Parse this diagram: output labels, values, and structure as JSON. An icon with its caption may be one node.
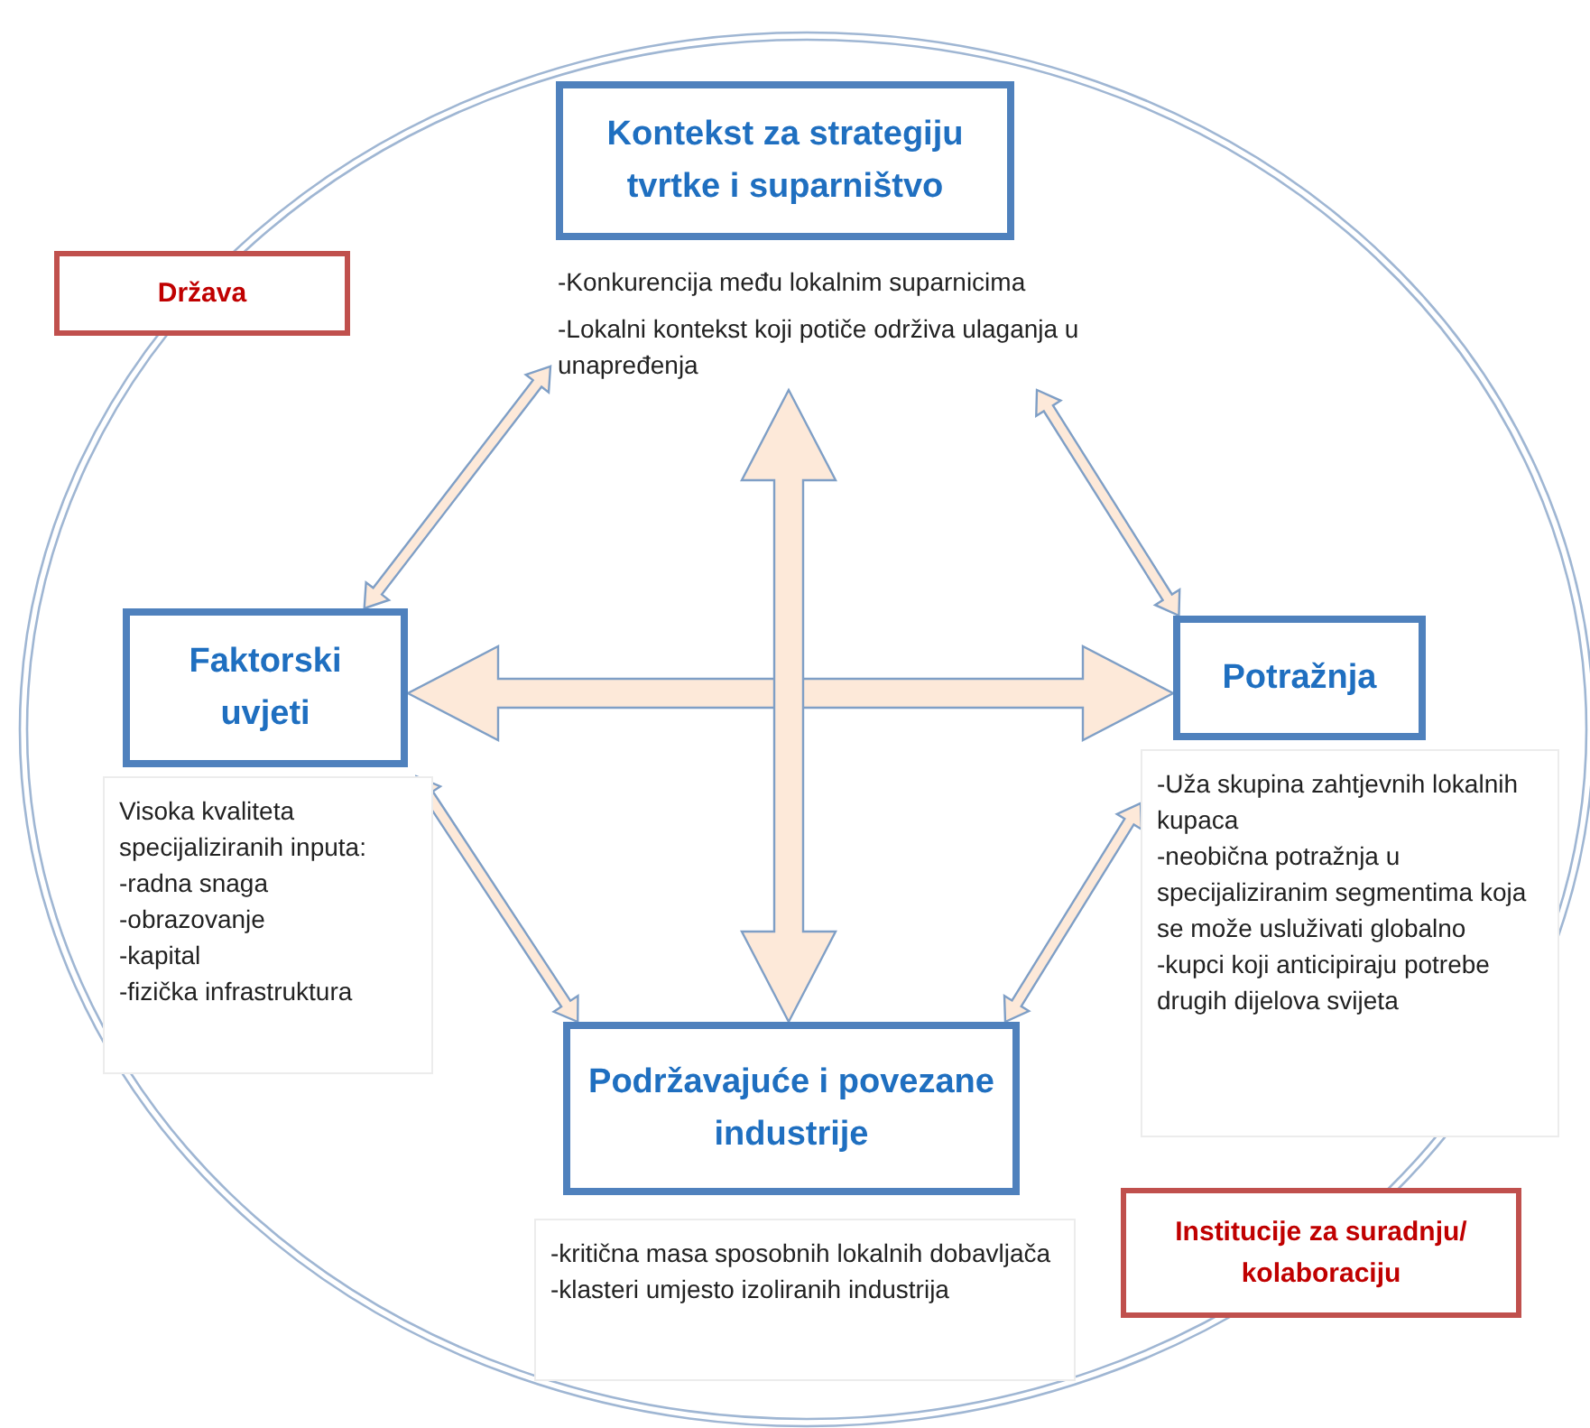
{
  "diagram": {
    "nodes": [
      {
        "text": [
          "Kontekst za strategiju tvrtke i suparništvo"
        ],
        "beside": [
          "-Konkurencija među lokalnim suparnicima",
          "-Lokalni kontekst koji potiče održiva ulaganja u unapređenja"
        ]
      },
      {
        "text": [
          "Država"
        ]
      },
      {
        "text": [
          "Faktorski uvjeti"
        ]
      },
      {
        "text": [
          "Potražnja"
        ]
      },
      {
        "text": [
          "Visoka kvaliteta specijaliziranih inputa:",
          "-radna snaga",
          "-obrazovanje",
          "-kapital",
          "-fizička infrastruktura"
        ]
      },
      {
        "text": [
          "-Uža skupina zahtjevnih lokalnih kupaca",
          "-neobična potražnja u specijaliziranim segmentima koja se može usluživati globalno",
          "-kupci koji anticipiraju potrebe drugih dijelova svijeta"
        ]
      },
      {
        "text": [
          "Podržavajuće i povezane industrije"
        ]
      },
      {
        "text": [
          "-kritična masa sposobnih lokalnih dobavljača",
          "-klasteri umjesto izoliranih industrija"
        ]
      },
      {
        "text": [
          "Institucije za suradnju/ kolaboraciju"
        ]
      }
    ],
    "edges": [
      {
        "from": 0,
        "to": 2,
        "arrow": "both"
      },
      {
        "from": 0,
        "to": 3,
        "arrow": "both"
      },
      {
        "from": 4,
        "to": 6,
        "arrow": "both"
      },
      {
        "from": 5,
        "to": 6,
        "arrow": "both"
      },
      {
        "from": 2,
        "to": 3,
        "arrow": "both",
        "style": "thick"
      },
      {
        "from": 0,
        "to": 6,
        "arrow": "both",
        "style": "thick"
      }
    ]
  }
}
